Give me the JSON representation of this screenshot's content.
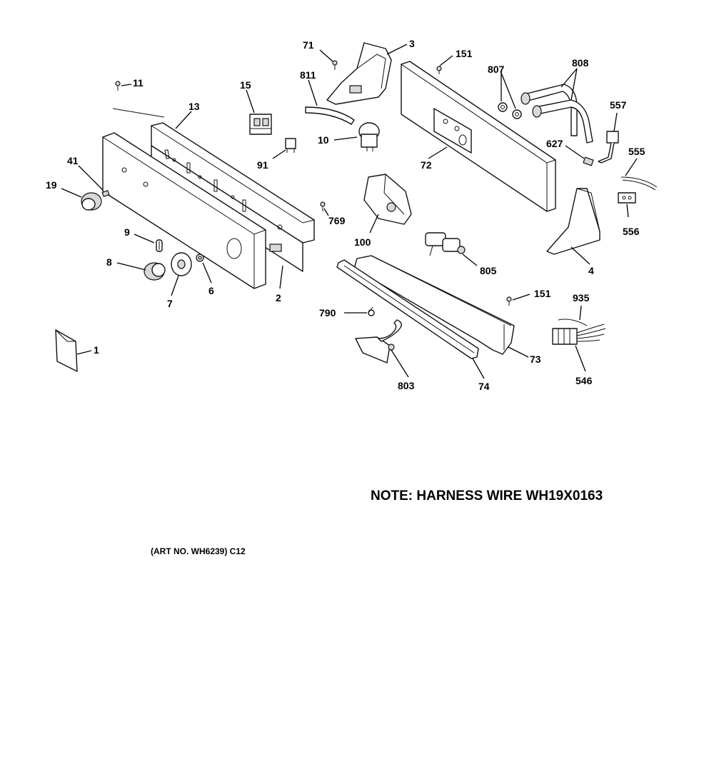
{
  "note": "NOTE: HARNESS WIRE WH19X0163",
  "art_number": "(ART NO. WH6239) C12",
  "callouts": [
    {
      "id": "c71",
      "label": "71"
    },
    {
      "id": "c3",
      "label": "3"
    },
    {
      "id": "c151a",
      "label": "151"
    },
    {
      "id": "c807",
      "label": "807"
    },
    {
      "id": "c808",
      "label": "808"
    },
    {
      "id": "c811",
      "label": "811"
    },
    {
      "id": "c11",
      "label": "11"
    },
    {
      "id": "c15",
      "label": "15"
    },
    {
      "id": "c13",
      "label": "13"
    },
    {
      "id": "c557",
      "label": "557"
    },
    {
      "id": "c10",
      "label": "10"
    },
    {
      "id": "c627",
      "label": "627"
    },
    {
      "id": "c555",
      "label": "555"
    },
    {
      "id": "c41",
      "label": "41"
    },
    {
      "id": "c91",
      "label": "91"
    },
    {
      "id": "c72",
      "label": "72"
    },
    {
      "id": "c19",
      "label": "19"
    },
    {
      "id": "c769",
      "label": "769"
    },
    {
      "id": "c556",
      "label": "556"
    },
    {
      "id": "c9",
      "label": "9"
    },
    {
      "id": "c100",
      "label": "100"
    },
    {
      "id": "c8",
      "label": "8"
    },
    {
      "id": "c805",
      "label": "805"
    },
    {
      "id": "c4",
      "label": "4"
    },
    {
      "id": "c6",
      "label": "6"
    },
    {
      "id": "c2",
      "label": "2"
    },
    {
      "id": "c7",
      "label": "7"
    },
    {
      "id": "c151b",
      "label": "151"
    },
    {
      "id": "c935",
      "label": "935"
    },
    {
      "id": "c790",
      "label": "790"
    },
    {
      "id": "c73",
      "label": "73"
    },
    {
      "id": "c1",
      "label": "1"
    },
    {
      "id": "c546",
      "label": "546"
    },
    {
      "id": "c803",
      "label": "803"
    },
    {
      "id": "c74",
      "label": "74"
    }
  ]
}
